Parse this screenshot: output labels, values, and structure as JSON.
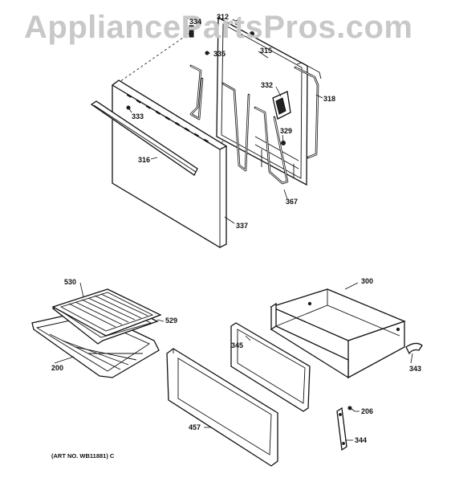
{
  "watermark": "AppliancePartsPros.com",
  "art_number": "(ART NO. WB11881) C",
  "labels": {
    "p312": "312",
    "p334": "334",
    "p335": "335",
    "p315": "315",
    "p332": "332",
    "p318": "318",
    "p333": "333",
    "p329": "329",
    "p316": "316",
    "p367": "367",
    "p337": "337",
    "p530": "530",
    "p529": "529",
    "p200": "200",
    "p300": "300",
    "p345": "345",
    "p343": "343",
    "p206": "206",
    "p457": "457",
    "p344": "344"
  }
}
